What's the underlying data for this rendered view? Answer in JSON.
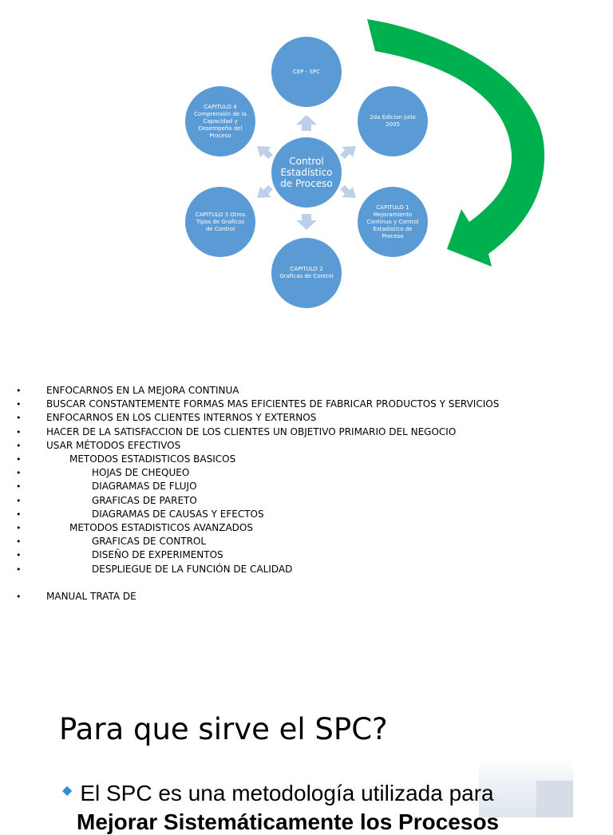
{
  "diagram": {
    "center": "Control Estadístico de Proceso",
    "nodes": {
      "top": "CEP - SPC",
      "upper_right": "2da Edicion Julio 2005",
      "lower_right": "CAPITULO 1 Mejoramiento Continuo y Control Estadistico de Proceso",
      "bottom": "CAPITULO 2 Graficas de Control",
      "lower_left": "CAPITULO 3 Otros Tipos de Graficos de Control",
      "upper_left": "CAPITULO 4 Comprensión de la Capacidad y Desempeño del Proceso"
    },
    "node_color": "#5b9bd5",
    "arrow_color": "#bcd0ea",
    "cycle_arrow_color": "#00b04f"
  },
  "bullets": {
    "items": [
      "ENFOCARNOS EN LA MEJORA CONTINUA",
      "BUSCAR CONSTANTEMENTE FORMAS MAS EFICIENTES DE FABRICAR PRODUCTOS Y SERVICIOS",
      "ENFOCARNOS EN LOS CLIENTES INTERNOS Y EXTERNOS",
      "HACER DE LA SATISFACCION DE LOS CLIENTES UN OBJETIVO PRIMARIO DEL NEGOCIO",
      "USAR MÉTODOS EFECTIVOS"
    ],
    "basic_heading": "METODOS ESTADISTICOS BASICOS",
    "basic": [
      "HOJAS DE CHEQUEO",
      "DIAGRAMAS DE FLUJO",
      "GRAFICAS DE PARETO",
      "DIAGRAMAS DE CAUSAS Y EFECTOS"
    ],
    "advanced_heading": "METODOS ESTADISTICOS AVANZADOS",
    "advanced": [
      "GRAFICAS DE CONTROL",
      "DISEÑO DE EXPERIMENTOS",
      "DESPLIEGUE DE LA FUNCIÓN DE CALIDAD"
    ],
    "last": "MANUAL TRATA DE"
  },
  "slide": {
    "title": "Para que sirve el SPC?",
    "bullet": "El SPC es una metodología utilizada para",
    "line2": "Mejorar Sistemáticamente los Procesos"
  }
}
